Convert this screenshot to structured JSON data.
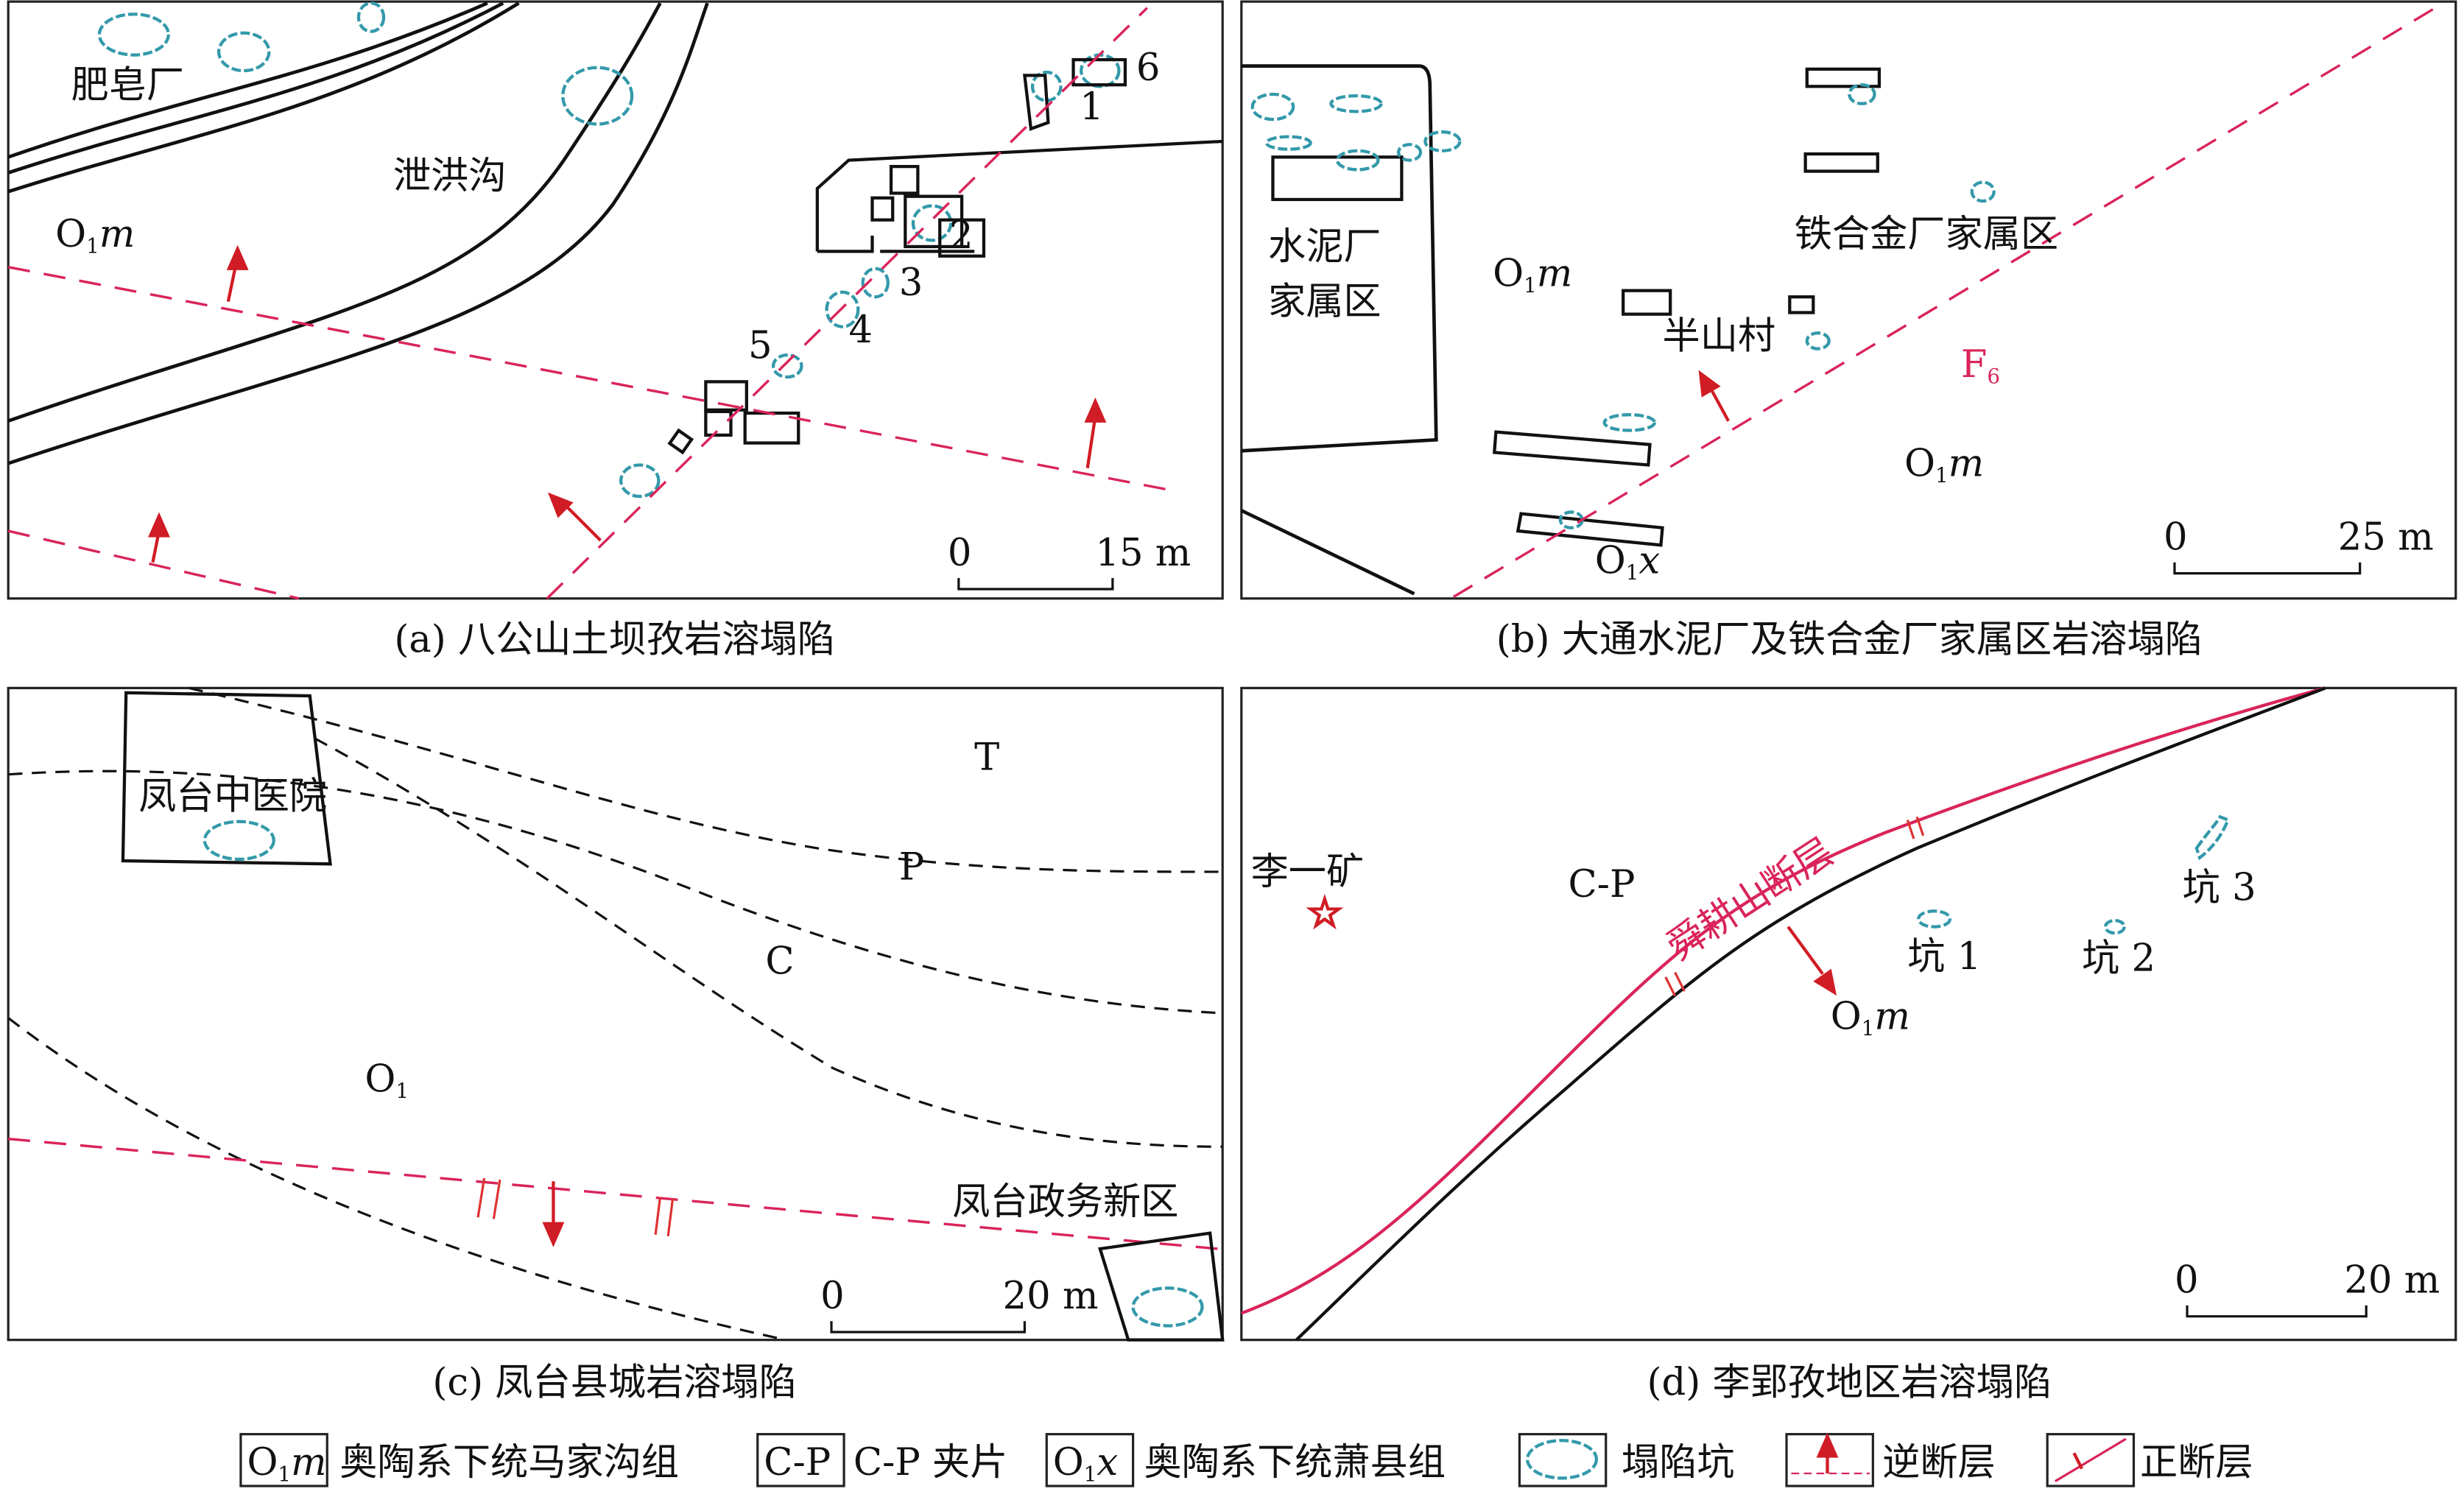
{
  "panels": {
    "a": {
      "caption": "(a) 八公山土坝孜岩溶塌陷",
      "labels": {
        "soap_factory": "肥皂厂",
        "flood_channel": "泄洪沟",
        "formation_main": "O",
        "formation_sub": "1",
        "formation_suffix": "m"
      },
      "pit_numbers": [
        "1",
        "2",
        "3",
        "4",
        "5",
        "6"
      ],
      "scale": {
        "zero": "0",
        "end": "15 m"
      }
    },
    "b": {
      "caption": "(b) 大通水泥厂及铁合金厂家属区岩溶塌陷",
      "labels": {
        "cement_line1": "水泥厂",
        "cement_line2": "家属区",
        "ferroalloy": "铁合金厂家属区",
        "banshan": "半山村",
        "fault_main": "F",
        "fault_sub": "6",
        "om_main": "O",
        "om_sub": "1",
        "om_suffix": "m",
        "om2_main": "O",
        "om2_sub": "1",
        "om2_suffix": "m",
        "ox_main": "O",
        "ox_sub": "1",
        "ox_suffix": "x"
      },
      "scale": {
        "zero": "0",
        "end": "25 m"
      }
    },
    "c": {
      "caption": "(c) 凤台县城岩溶塌陷",
      "labels": {
        "hospital": "凤台中医院",
        "T": "T",
        "P": "P",
        "C": "C",
        "o1_main": "O",
        "o1_sub": "1",
        "new_district": "凤台政务新区"
      },
      "scale": {
        "zero": "0",
        "end": "20 m"
      }
    },
    "d": {
      "caption": "(d) 李郢孜地区岩溶塌陷",
      "labels": {
        "mine": "李一矿",
        "cp": "C-P",
        "fault": "舜耕山断层",
        "pit1": "坑 1",
        "pit2": "坑 2",
        "pit3": "坑 3",
        "om_main": "O",
        "om_sub": "1",
        "om_suffix": "m"
      },
      "scale": {
        "zero": "0",
        "end": "20 m"
      }
    }
  },
  "legend": [
    {
      "symbol_main": "O",
      "symbol_sub": "1",
      "symbol_suffix": "m",
      "label": "奥陶系下统马家沟组"
    },
    {
      "symbol_main": "C-P",
      "label": "C-P 夹片"
    },
    {
      "symbol_main": "O",
      "symbol_sub": "1",
      "symbol_suffix": "x",
      "label": "奥陶系下统萧县组"
    },
    {
      "icon": "collapse-pit-icon",
      "label": "塌陷坑"
    },
    {
      "icon": "reverse-fault-icon",
      "label": "逆断层"
    },
    {
      "icon": "normal-fault-icon",
      "label": "正断层"
    }
  ],
  "colors": {
    "fault": "#d9245a",
    "arrow": "#d01c24",
    "pit": "#3399aa"
  }
}
